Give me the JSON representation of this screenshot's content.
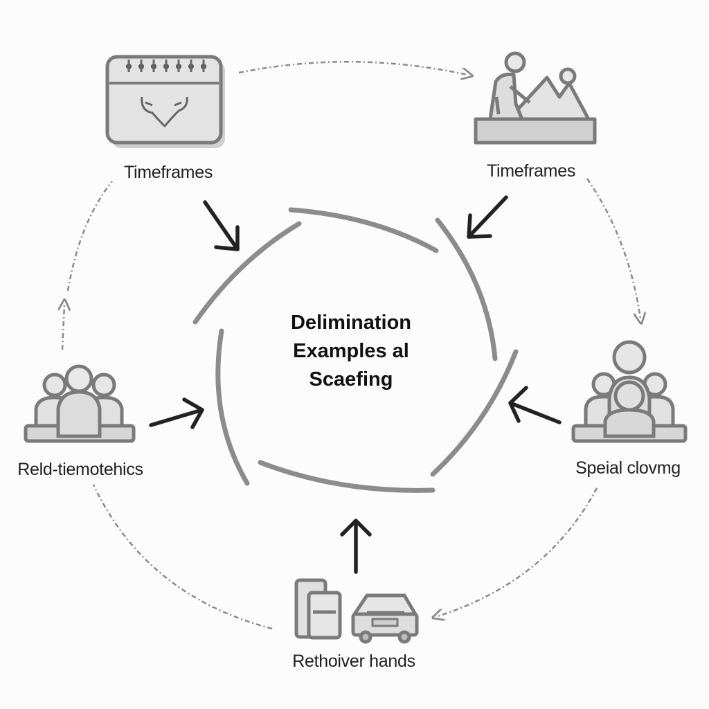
{
  "center": {
    "line1": "Delimination",
    "line2": "Examples al",
    "line3": "Scaefing"
  },
  "nodes": {
    "top_left": {
      "label": "Timeframes",
      "icon": "calendar-icon"
    },
    "top_right": {
      "label": "Timeframes",
      "icon": "landscape-person-icon"
    },
    "right": {
      "label": "Speial clovmg",
      "icon": "group-icon"
    },
    "bottom": {
      "label": "Rethoiver hands",
      "icon": "luggage-car-icon"
    },
    "left": {
      "label": "Reld-tiemotehics",
      "icon": "group-icon"
    }
  },
  "colors": {
    "icon_stroke": "#7a7a7a",
    "icon_fill": "#d9d9d9",
    "arrow": "#222222",
    "dashed": "#8a8a8a",
    "ring": "#8c8c8c"
  }
}
